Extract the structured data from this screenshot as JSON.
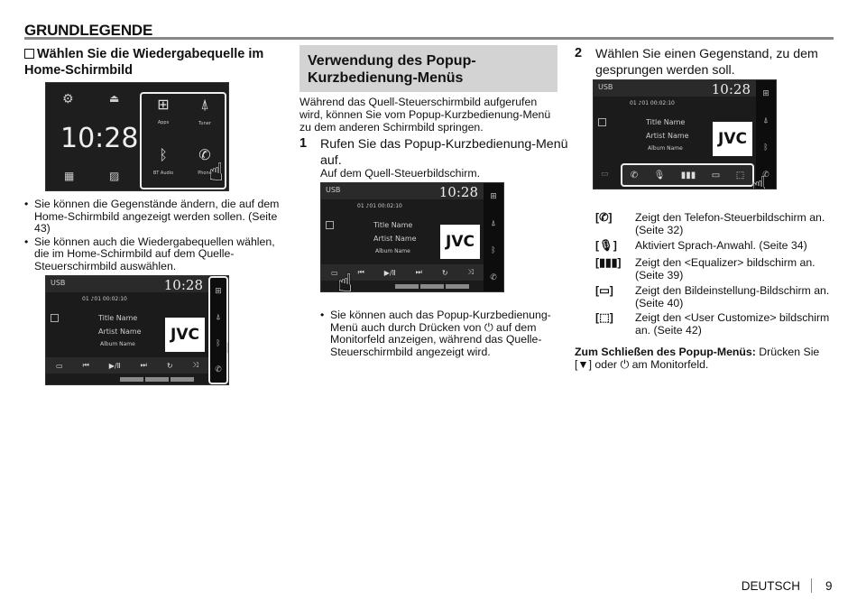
{
  "header": {
    "section_title": "GRUNDLEGENDE"
  },
  "left": {
    "subheading": "Wählen Sie die Wiedergabequelle im Home-Schirmbild",
    "home_screen": {
      "clock": "10:28",
      "tiles": [
        {
          "label": "Apps"
        },
        {
          "label": "Tuner"
        },
        {
          "label": "BT Audio"
        },
        {
          "label": "Phone"
        }
      ]
    },
    "bullets": [
      "Sie können die Gegenstände ändern, die auf dem Home-Schirmbild angezeigt werden sollen. (Seite 43)",
      "Sie können auch die Wiedergabequellen wählen, die im Home-Schirmbild auf dem Quelle-Steuerschirmbild auswählen."
    ]
  },
  "source_screen": {
    "source": "USB",
    "clock": "10:28",
    "track_info": "01  ♪01   00:02:10",
    "title": "Title Name",
    "artist": "Artist Name",
    "album": "Album Name",
    "logo": "JVC"
  },
  "middle": {
    "box_heading": "Verwendung des Popup-Kurzbedienung-Menüs",
    "intro": "Während das Quell-Steuerschirmbild aufgerufen wird, können Sie vom Popup-Kurzbedienung-Menü zu dem anderen Schirmbild springen.",
    "step1_num": "1",
    "step1_text": "Rufen Sie das Popup-Kurzbedienung-Menü auf.",
    "step1_sub": "Auf dem Quell-Steuerbildschirm.",
    "bullet": "Sie können auch das Popup-Kurzbedienung-Menü auch durch Drücken von ⏻ auf dem Monitorfeld anzeigen, während das Quelle-Steuerschirmbild angezeigt wird."
  },
  "right": {
    "step2_num": "2",
    "step2_text": "Wählen Sie einen Gegenstand, zu dem gesprungen werden soll.",
    "legend": [
      {
        "icon": "[✆]",
        "text": "Zeigt den Telefon-Steuerbildschirm an. (Seite 32)"
      },
      {
        "icon": "[🎙]",
        "text": "Aktiviert Sprach-Anwahl. (Seite 34)"
      },
      {
        "icon": "[▮▮▮]",
        "text": "Zeigt den <Equalizer> bildschirm an. (Seite 39)"
      },
      {
        "icon": "[▭]",
        "text": "Zeigt den Bildeinstellung-Bildschirm an. (Seite 40)"
      },
      {
        "icon": "[⬚]",
        "text": "Zeigt den <User Customize> bildschirm an. (Seite 42)"
      }
    ],
    "close_label": "Zum Schließen des Popup-Menüs:",
    "close_text": "Drücken Sie [▼] oder ⏻ am Monitorfeld."
  },
  "footer": {
    "language": "DEUTSCH",
    "page": "9"
  }
}
